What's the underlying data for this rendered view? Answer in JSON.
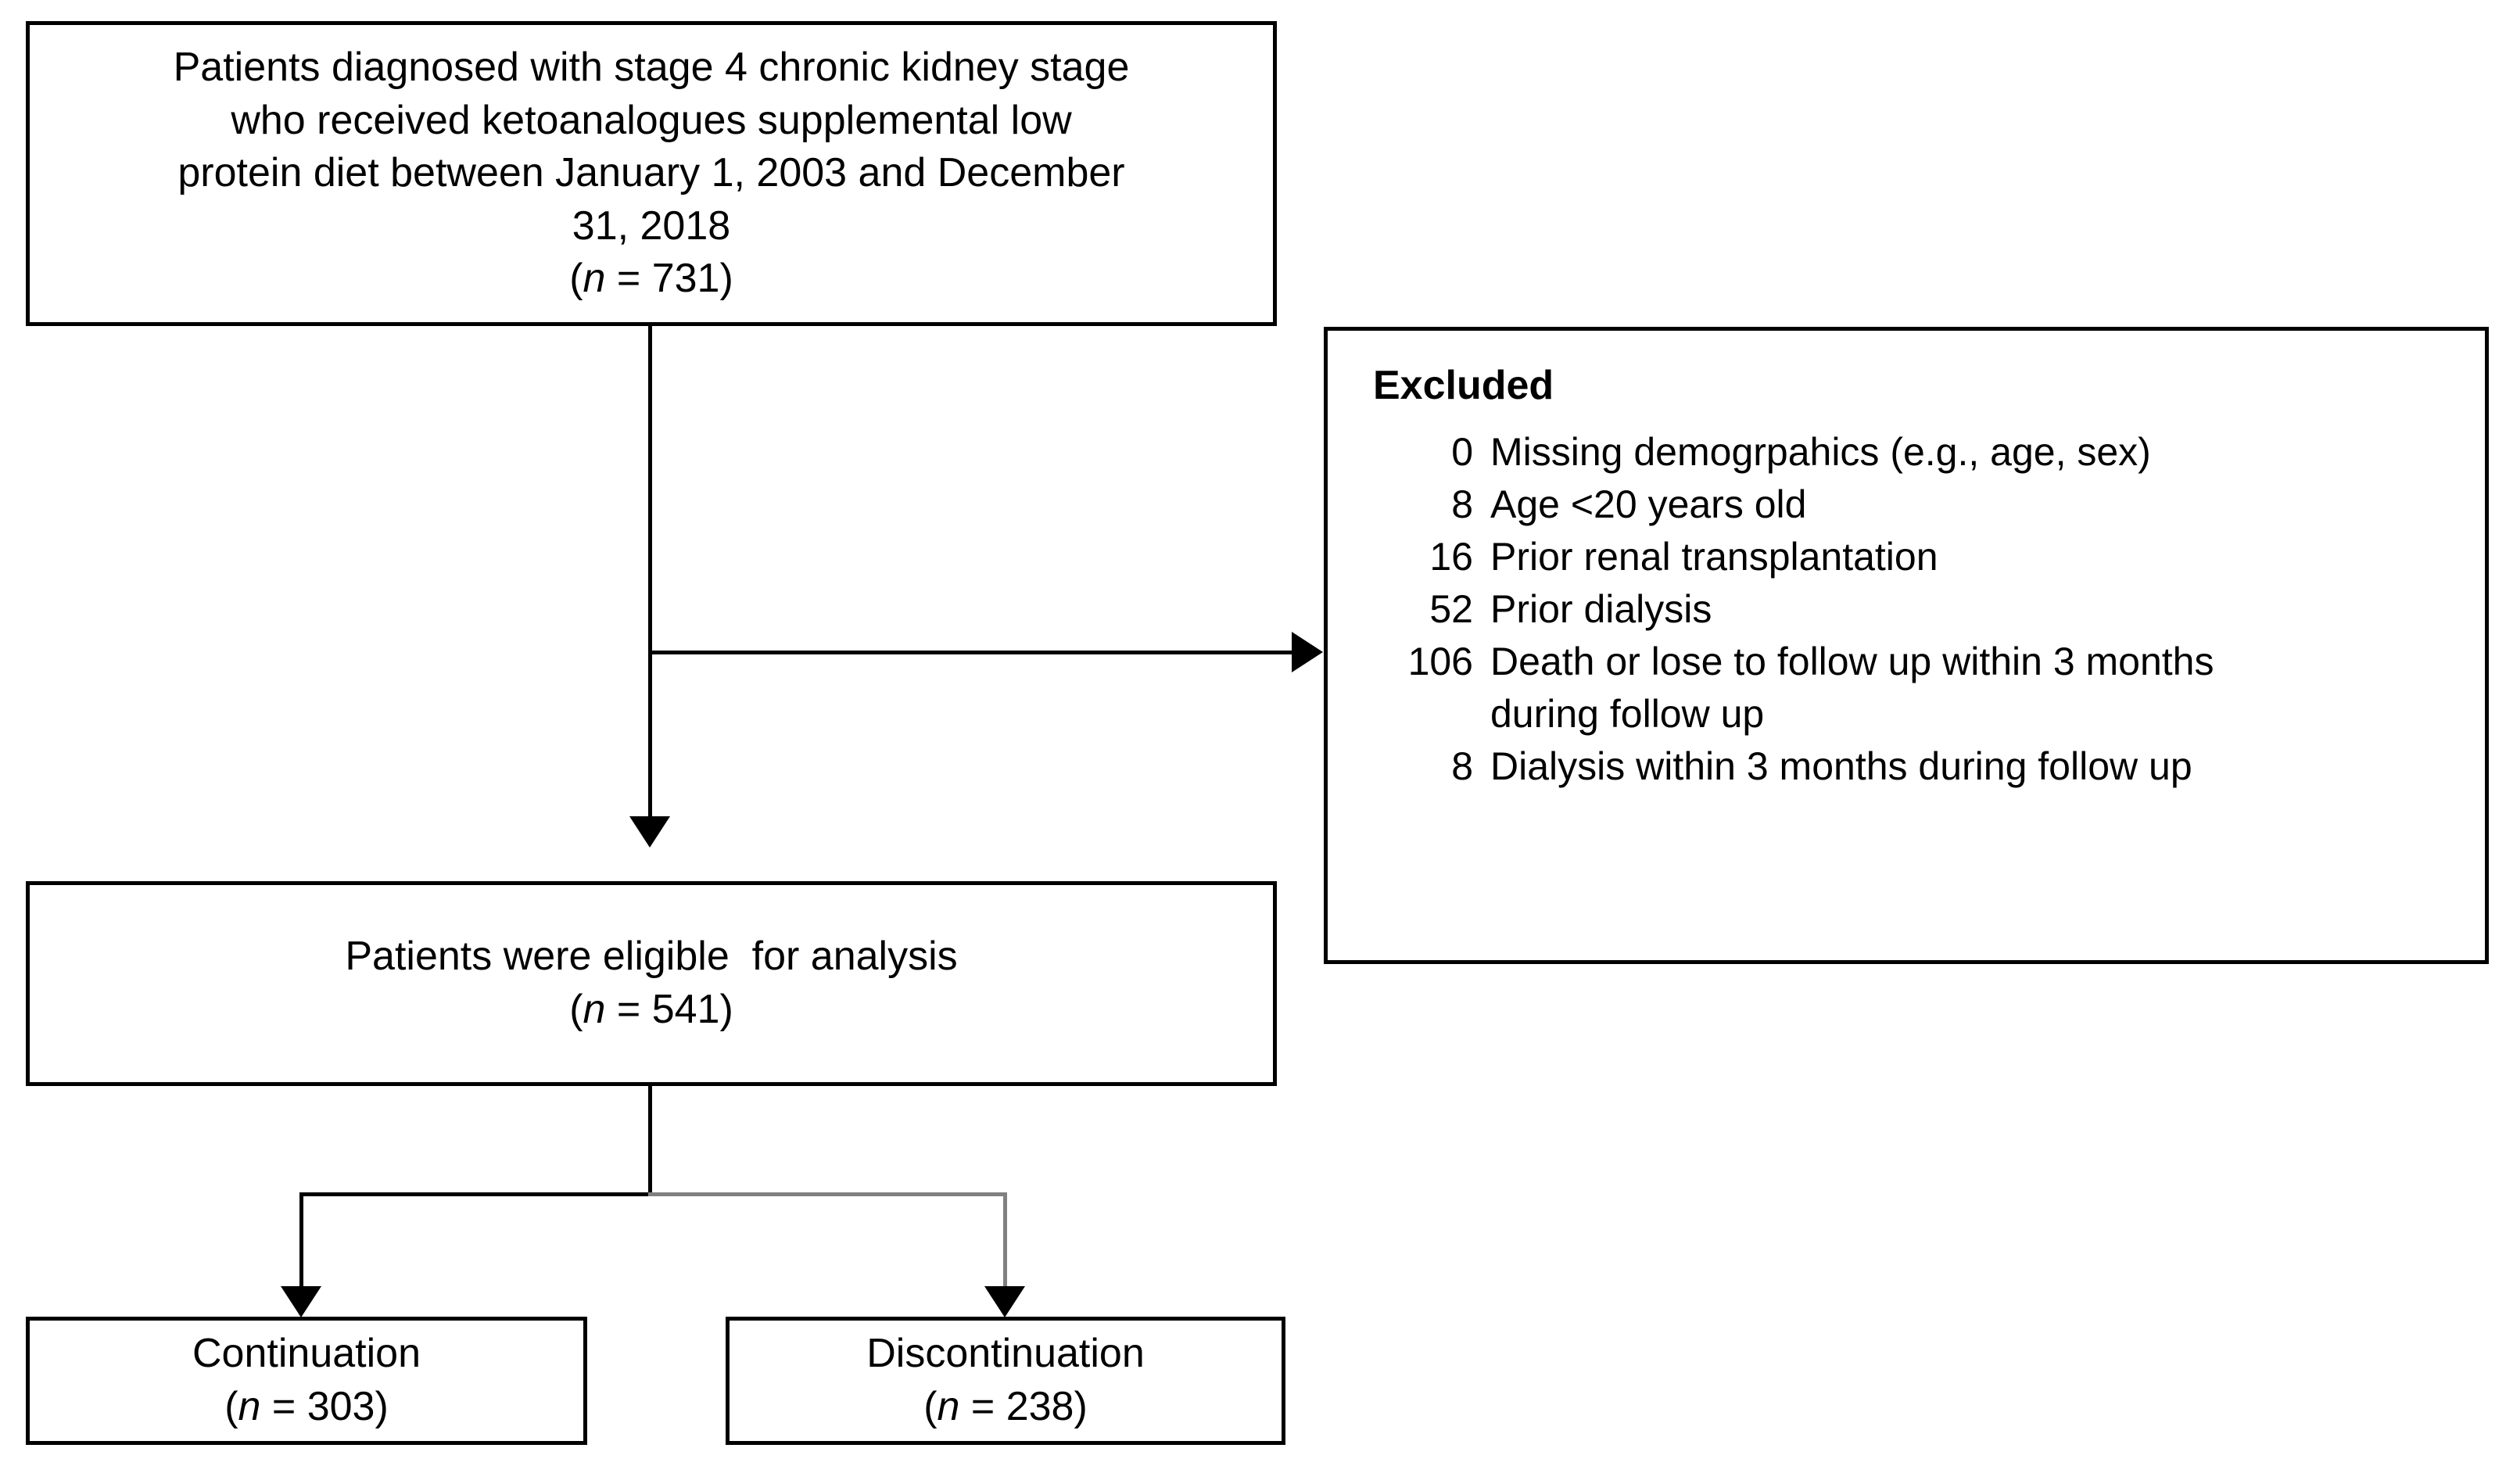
{
  "diagram": {
    "type": "flowchart",
    "title": "Patient selection flow diagram",
    "colors": {
      "line": "#000000",
      "line_secondary": "#808080",
      "box_border": "#000000",
      "background": "#ffffff"
    }
  },
  "boxes": {
    "source": {
      "lines": [
        "Patients diagnosed with stage 4 chronic kidney stage",
        "who received ketoanalogues supplemental low",
        "protein diet between January 1, 2003 and December",
        "31, 2018"
      ],
      "n_prefix": "(",
      "n_label": "n",
      "n_equals": " = ",
      "n_value": "731",
      "n_suffix": ")"
    },
    "excluded": {
      "heading": "Excluded",
      "items": [
        {
          "count": "0",
          "reason": "Missing demogrpahics (e.g., age, sex)",
          "continuation": ""
        },
        {
          "count": "8",
          "reason": "Age <20 years old",
          "continuation": ""
        },
        {
          "count": "16",
          "reason": "Prior renal transplantation",
          "continuation": ""
        },
        {
          "count": "52",
          "reason": "Prior dialysis",
          "continuation": ""
        },
        {
          "count": "106",
          "reason": "Death or lose to follow up within 3 months",
          "continuation": "during follow up"
        },
        {
          "count": "8",
          "reason": "Dialysis within 3 months during follow up",
          "continuation": ""
        }
      ]
    },
    "eligible": {
      "lines": [
        "Patients were eligible  for analysis"
      ],
      "n_prefix": "(",
      "n_label": "n",
      "n_equals": " = ",
      "n_value": "541",
      "n_suffix": ")"
    },
    "continuation": {
      "lines": [
        "Continuation"
      ],
      "n_prefix": "(",
      "n_label": "n",
      "n_equals": " = ",
      "n_value": "303",
      "n_suffix": ")"
    },
    "discontinuation": {
      "lines": [
        "Discontinuation"
      ],
      "n_prefix": "(",
      "n_label": "n",
      "n_equals": " = ",
      "n_value": "238",
      "n_suffix": ")"
    }
  }
}
